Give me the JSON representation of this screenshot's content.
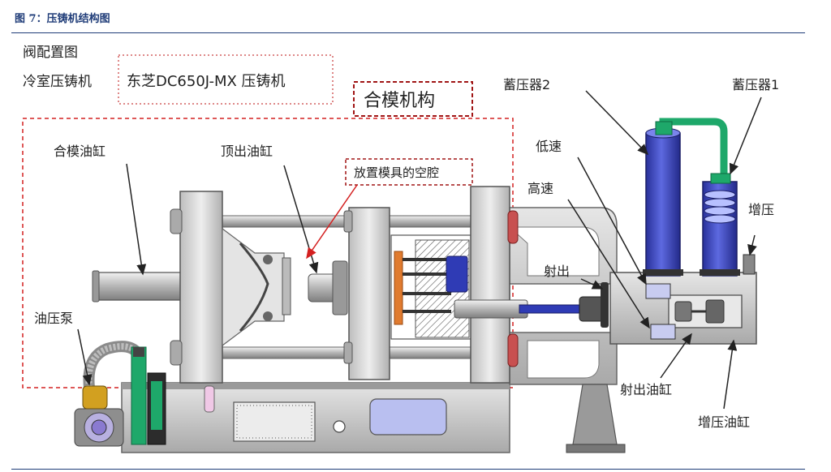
{
  "caption": "图 7：压铸机结构图",
  "header": {
    "valve_layout": "阀配置图",
    "cold_chamber": "冷室压铸机",
    "model": "东芝DC650J-MX 压铸机"
  },
  "sections": {
    "clamping_mechanism": "合模机构",
    "mold_cavity": "放置模具的空腔"
  },
  "labels": {
    "clamp_cylinder": "合模油缸",
    "ejector_cylinder": "顶出油缸",
    "accumulator_2": "蓄压器2",
    "accumulator_1": "蓄压器1",
    "low_speed": "低速",
    "high_speed": "高速",
    "boost": "增压",
    "injection": "射出",
    "oil_pump": "油压泵",
    "injection_cylinder": "射出油缸",
    "boost_cylinder": "增压油缸"
  },
  "colors": {
    "machine_body": "#c8c8c8",
    "accumulator": "#3d47c2",
    "piping": "#1ea86a",
    "frame_red": "#d42020",
    "mold_orange": "#e07b2f",
    "caption_blue": "#1f3c78"
  }
}
